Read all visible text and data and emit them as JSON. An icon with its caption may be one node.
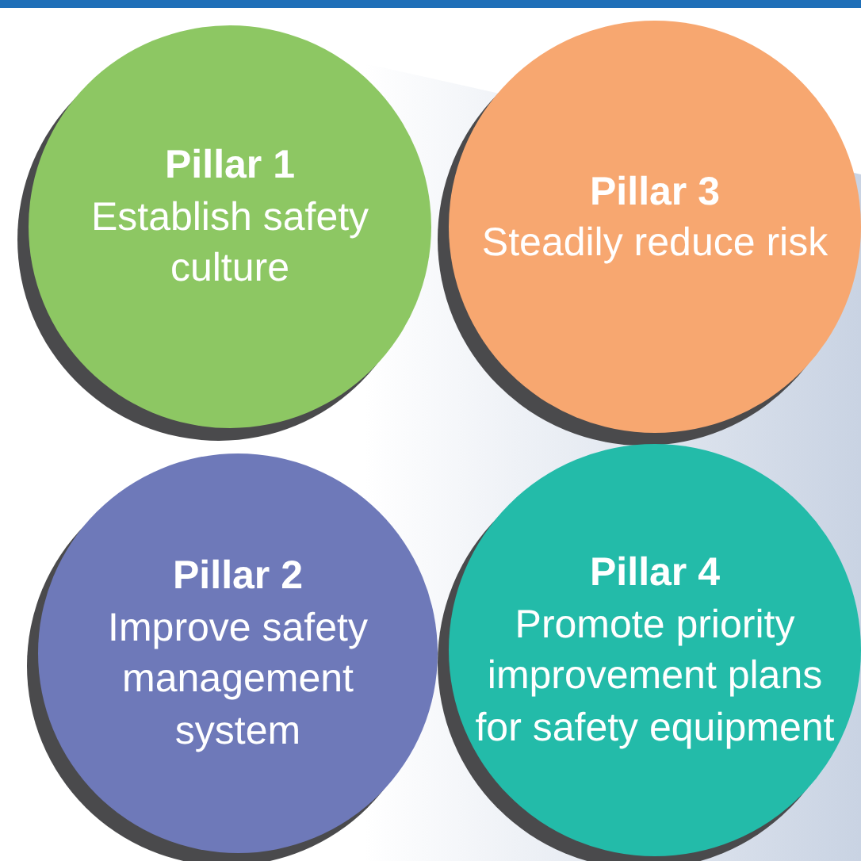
{
  "diagram": {
    "nodes": [
      {
        "text": [
          "Pillar 1",
          "Establish safety culture"
        ]
      },
      {
        "text": [
          "Pillar 3",
          "Steadily reduce risk"
        ]
      },
      {
        "text": [
          "Pillar 2",
          "Improve safety management system"
        ]
      },
      {
        "text": [
          "Pillar 4",
          "Promote priority improvement plans for safety equipment"
        ]
      }
    ]
  }
}
